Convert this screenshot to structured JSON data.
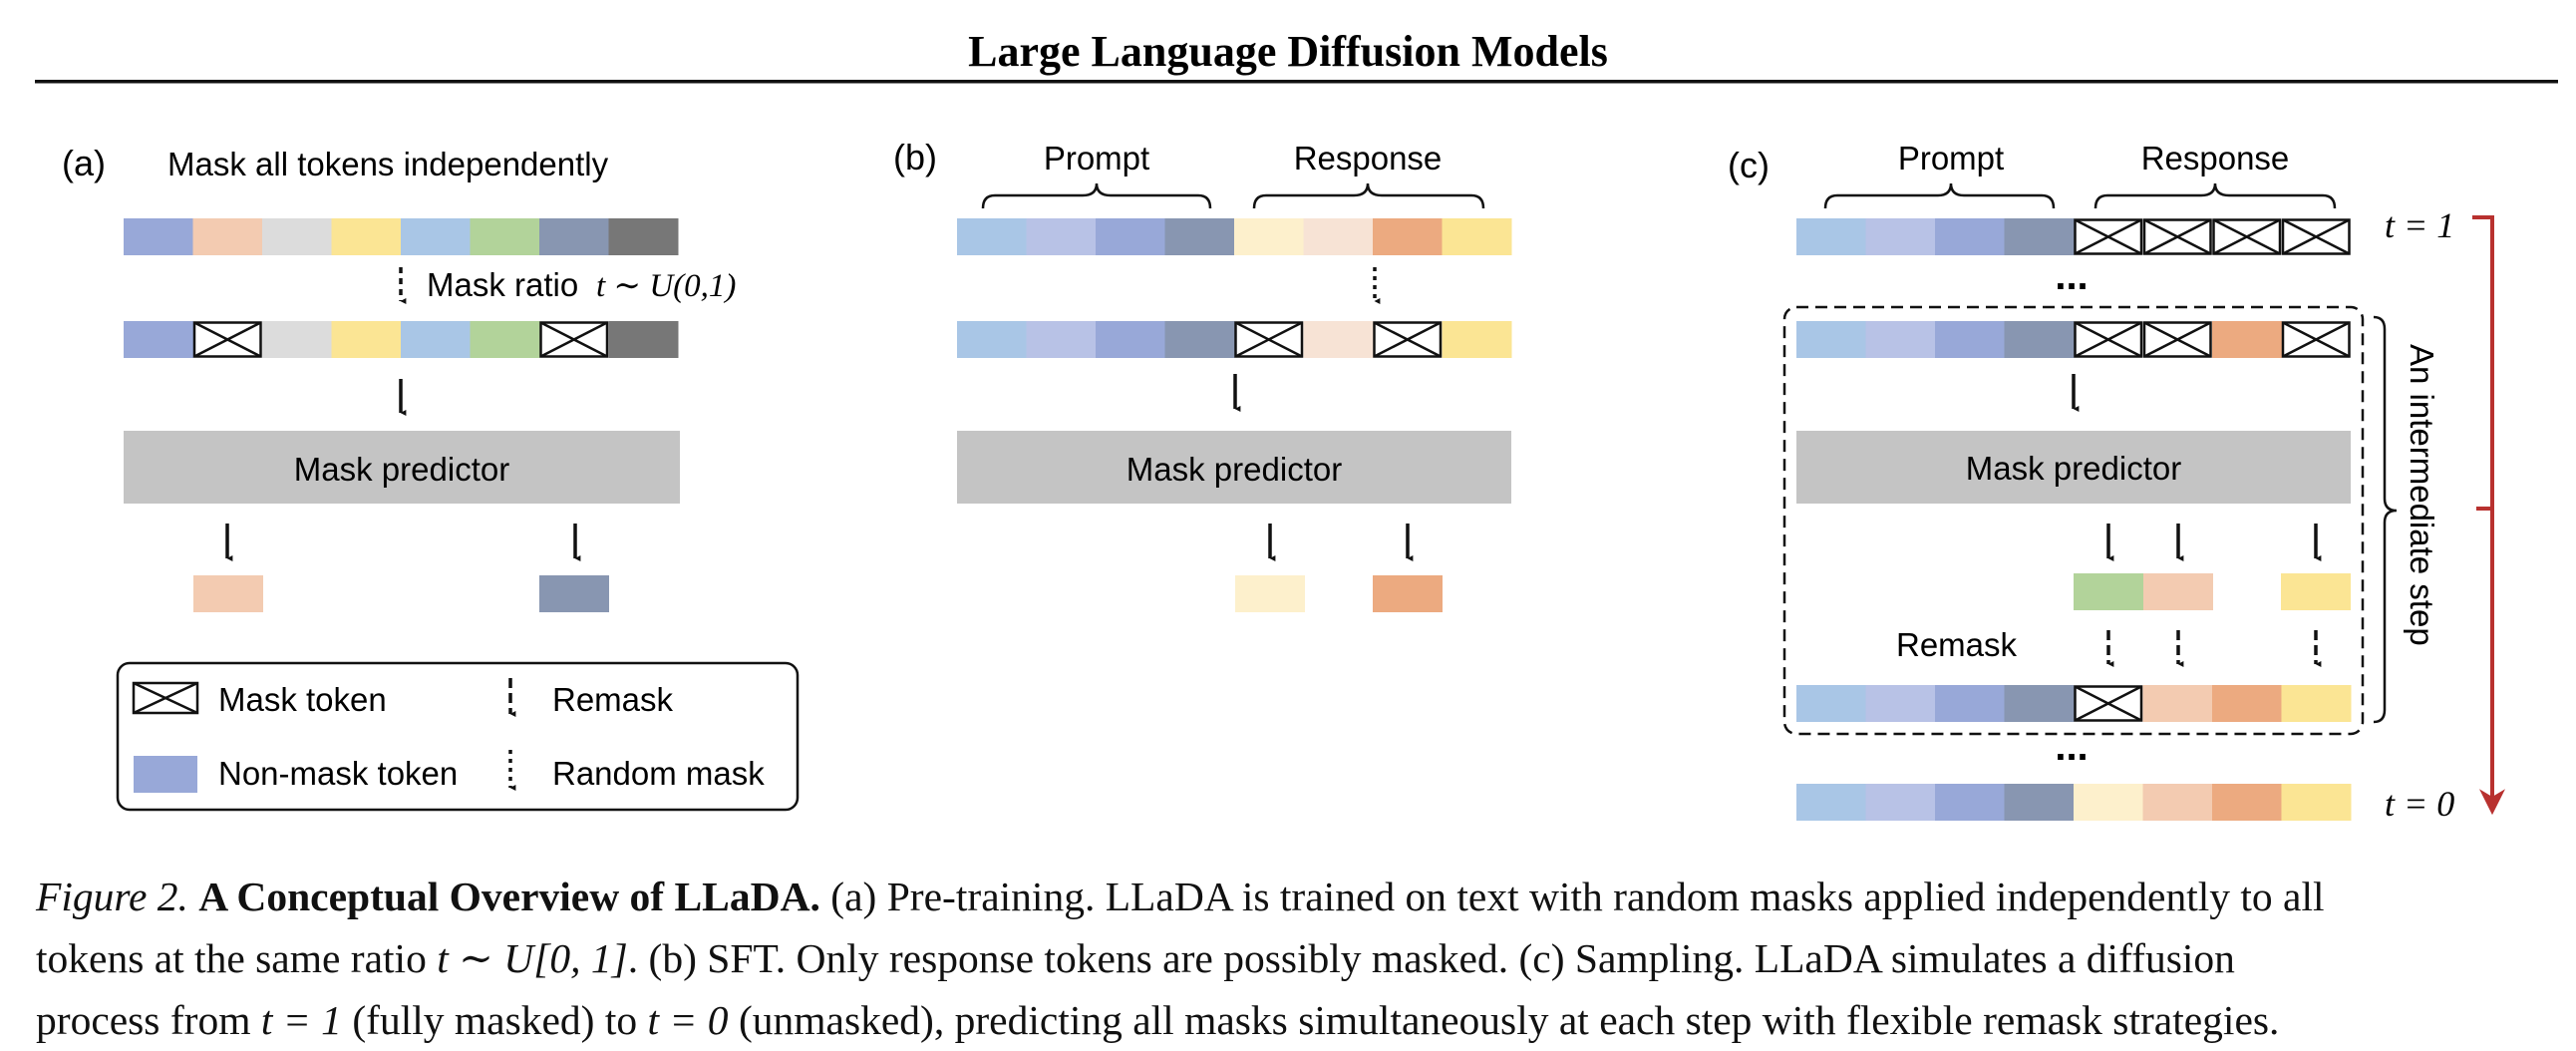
{
  "header": {
    "title": "Large Language Diffusion Models"
  },
  "colors": {
    "blue_light": "#a9c6e6",
    "blue_lavender": "#b8c2e6",
    "blue_mid": "#98a8d8",
    "slate": "#8896b1",
    "peach": "#f3cbb1",
    "light_gray": "#dcdcdc",
    "yellow": "#fbe594",
    "green": "#b2d39a",
    "dark_gray": "#777777",
    "cream": "#fdf0cc",
    "pale_peach": "#f7e3d5",
    "orange": "#ecaa80",
    "predictor_gray": "#c4c4c4",
    "red_timeline": "#b8312f"
  },
  "panel_a": {
    "label": "(a)",
    "heading": "Mask all tokens independently",
    "mask_ratio_label": "Mask ratio",
    "mask_ratio_math": "t ∼ U(0,1)",
    "predictor_label": "Mask predictor"
  },
  "panel_b": {
    "label": "(b)",
    "prompt_label": "Prompt",
    "response_label": "Response",
    "predictor_label": "Mask predictor"
  },
  "panel_c": {
    "label": "(c)",
    "prompt_label": "Prompt",
    "response_label": "Response",
    "predictor_label": "Mask predictor",
    "remask_label": "Remask",
    "intermediate_label": "An intermediate step",
    "t_start": "t = 1",
    "t_end": "t = 0",
    "ellipsis": "..."
  },
  "legend": {
    "mask_token": "Mask token",
    "non_mask_token": "Non-mask token",
    "remask": "Remask",
    "random_mask": "Random mask"
  },
  "caption": {
    "figure": "Figure 2.",
    "bold": "A Conceptual Overview of LLaDA.",
    "line1": "(a) Pre-training. LLaDA is trained on text with random masks applied independently to all",
    "line2a": "tokens at the same ratio",
    "line2_math": "t ∼ U[0, 1]",
    "line2b": ". (b) SFT. Only response tokens are possibly masked. (c) Sampling. LLaDA simulates a diffusion",
    "line3a": "process from",
    "line3_math1": "t = 1",
    "line3b": "(fully masked) to",
    "line3_math2": "t = 0",
    "line3c": "(unmasked), predicting all masks simultaneously at each step with flexible remask strategies."
  }
}
